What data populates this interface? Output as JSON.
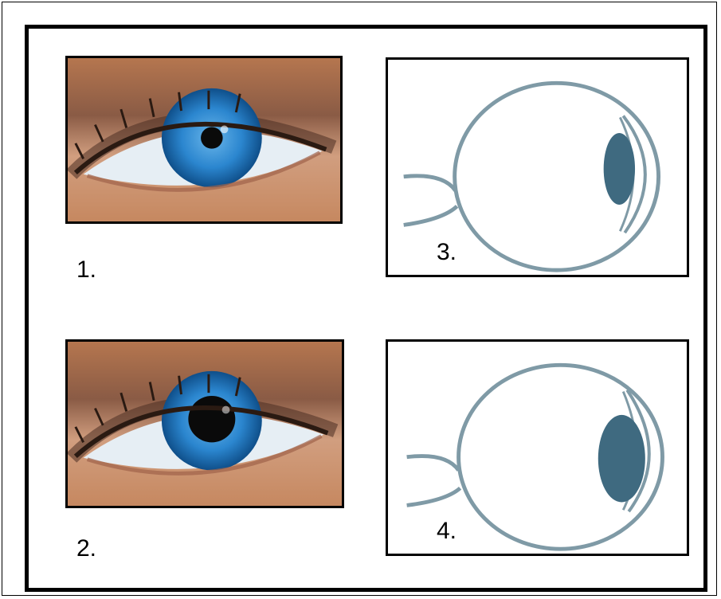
{
  "figure": {
    "labels": {
      "photo_small_pupil": "1.",
      "photo_large_pupil": "2.",
      "diagram_small_pupil": "3.",
      "diagram_large_pupil": "4."
    },
    "colors": {
      "frame": "#000000",
      "iris_blue": "#1f78c4",
      "pupil": "#0a0a0a",
      "skin": "#c98a63",
      "eyeball_outline": "#7f9aa6",
      "lens_fill": "#3f6a80"
    }
  }
}
